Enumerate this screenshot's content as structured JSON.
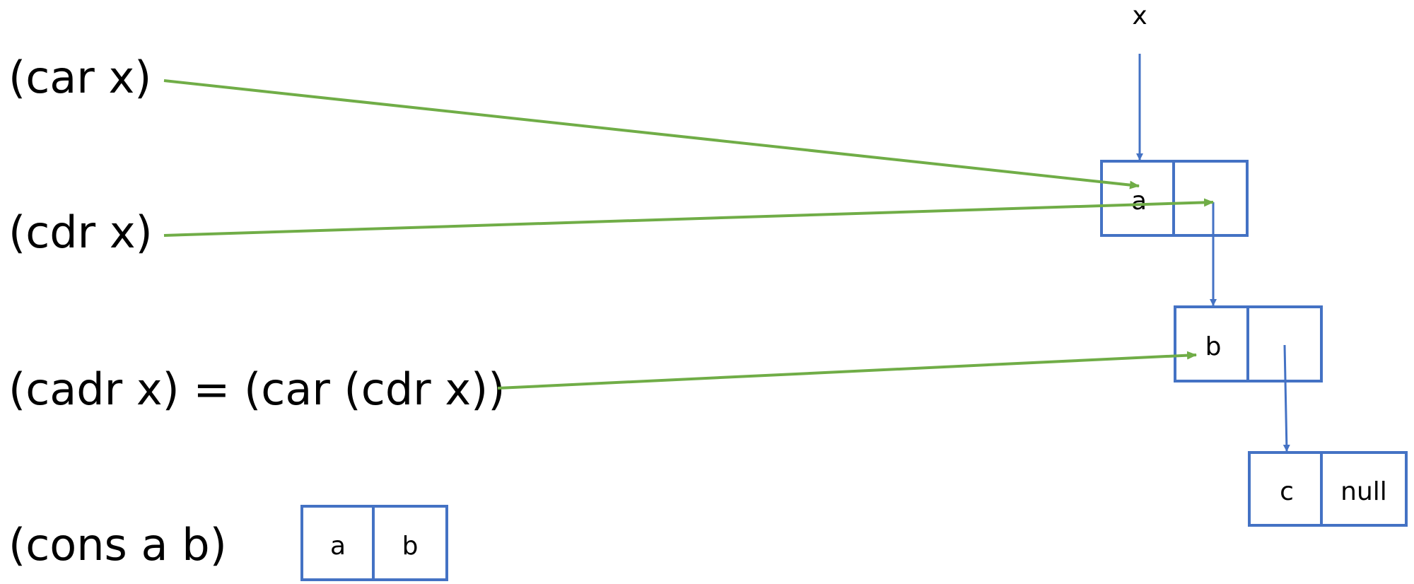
{
  "expressions": {
    "car": "(car x)",
    "cdr": "(cdr x)",
    "cadr": "(cadr x) = (car (cdr x))",
    "cons": "(cons a b)"
  },
  "variable": "x",
  "cells": {
    "cell1": {
      "car": "a",
      "cdr": ""
    },
    "cell2": {
      "car": "b",
      "cdr": ""
    },
    "cell3": {
      "car": "c",
      "cdr": "null"
    },
    "cons_cell": {
      "car": "a",
      "cdr": "b"
    }
  },
  "colors": {
    "box": "#4472C4",
    "pointer": "#4472C4",
    "accessor_arrow": "#70AD47",
    "text": "#000000"
  }
}
